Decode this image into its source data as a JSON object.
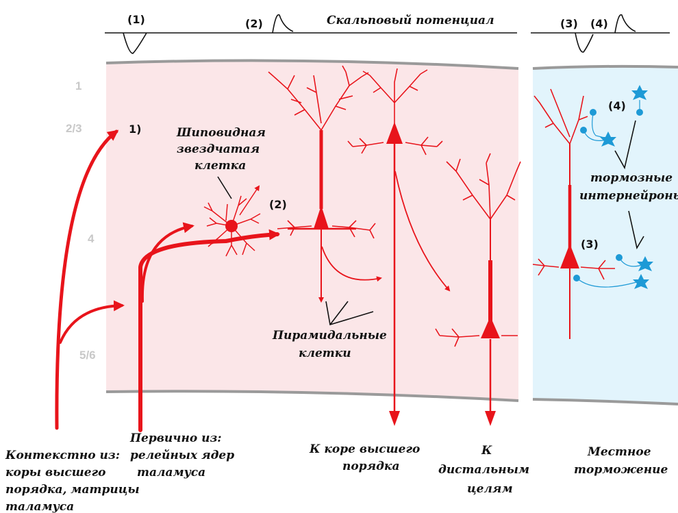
{
  "scalp": {
    "title": "Скальповый потенциал",
    "marks": [
      "(1)",
      "(2)",
      "(3)",
      "(4)"
    ]
  },
  "layers": [
    "1",
    "2/3",
    "4",
    "5/6"
  ],
  "labels": {
    "spiny_stellate": [
      "Шиповидная",
      "звездчатая",
      "клетка"
    ],
    "pyramidal": [
      "Пирамидальные",
      "клетки"
    ],
    "inhibitory": [
      "тормозные",
      "интернейроны"
    ],
    "mark_1": "1)",
    "mark_2": "(2)",
    "mark_3": "(3)",
    "mark_4": "(4)"
  },
  "bottom": {
    "contextual": [
      "Контекстно из:",
      "коры высшего",
      "порядка, матрицы",
      "таламуса"
    ],
    "primary": [
      "Первично из:",
      "релейных ядер",
      "таламуса"
    ],
    "higher_cortex": [
      "К коре  высшего",
      "порядка"
    ],
    "distal": [
      "К",
      "дистальным",
      "целям"
    ],
    "local": [
      "Местное",
      "торможение"
    ]
  },
  "colors": {
    "neuron": "#e8141b",
    "interneuron": "#1e9ad6",
    "cortex_left": "#fbe6e8",
    "cortex_right": "#e2f4fc",
    "border": "#9a9a9a"
  }
}
